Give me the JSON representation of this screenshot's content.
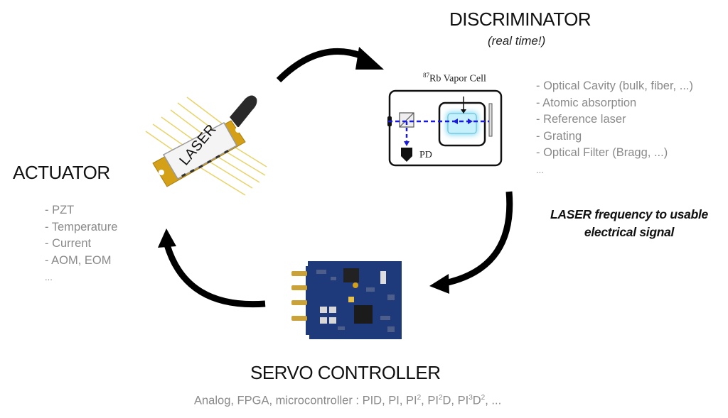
{
  "discriminator": {
    "title": "DISCRIMINATOR",
    "subtitle": "(real time!)",
    "diagram": {
      "vapor_cell_label_sup": "87",
      "vapor_cell_label": "Rb Vapor Cell",
      "detector_label": "PD"
    },
    "options": [
      "- Optical Cavity (bulk, fiber, ...)",
      "- Atomic absorption",
      "- Reference laser",
      "- Grating",
      "- Optical Filter (Bragg, ...)",
      "..."
    ],
    "beam_color": "#1a1adb",
    "glow_color": "#7fd8f0"
  },
  "discriminator_note": {
    "line1": "LASER frequency to usable",
    "line2": "electrical signal"
  },
  "actuator": {
    "title": "ACTUATOR",
    "options": [
      "- PZT",
      "- Temperature",
      "- Current",
      "- AOM, EOM",
      "..."
    ]
  },
  "laser": {
    "label": "LASER",
    "body_color": "#d4a017"
  },
  "servo": {
    "title": "SERVO CONTROLLER",
    "subtitle_parts": {
      "prefix": "Analog, FPGA, microcontroller : PID, PI, PI",
      "s1": "2",
      "mid1": ", PI",
      "s2": "2",
      "mid2": "D, PI",
      "s3": "3",
      "mid3": "D",
      "s4": "2",
      "suffix": ", ..."
    },
    "board_color": "#1f3a7a"
  },
  "arrows": [
    "actuator-to-discriminator",
    "discriminator-to-servo",
    "servo-to-actuator"
  ]
}
